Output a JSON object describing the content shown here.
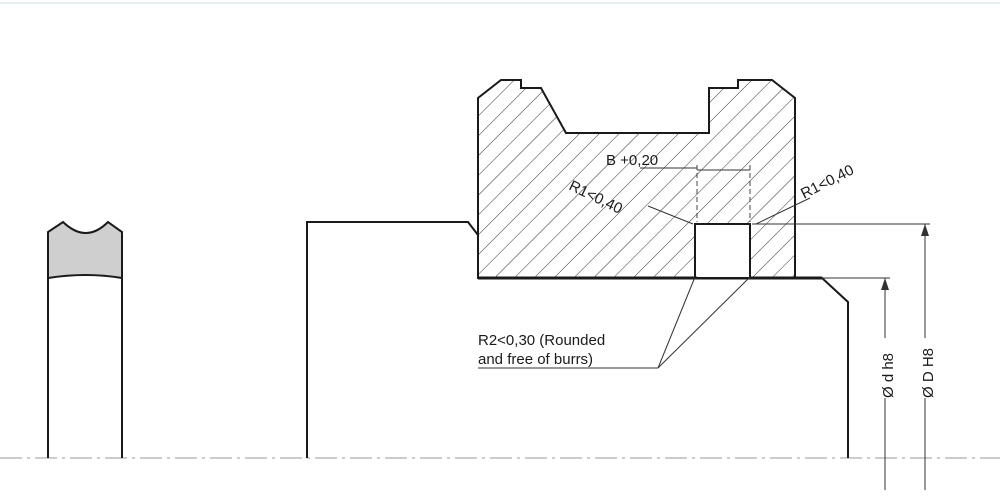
{
  "labels": {
    "groove_width": "B +0,20",
    "radius_left": "R1<0,40",
    "radius_right": "R1<0,40",
    "groove_edge_note_line1": "R2<0,30 (Rounded",
    "groove_edge_note_line2": "and free of burrs)",
    "inner_diameter": "Ø d h8",
    "outer_diameter": "Ø D H8"
  },
  "colors": {
    "line": "#1a1a1a",
    "hatch": "#333333",
    "seal_fill": "#cfcfcf",
    "background": "#ffffff"
  }
}
